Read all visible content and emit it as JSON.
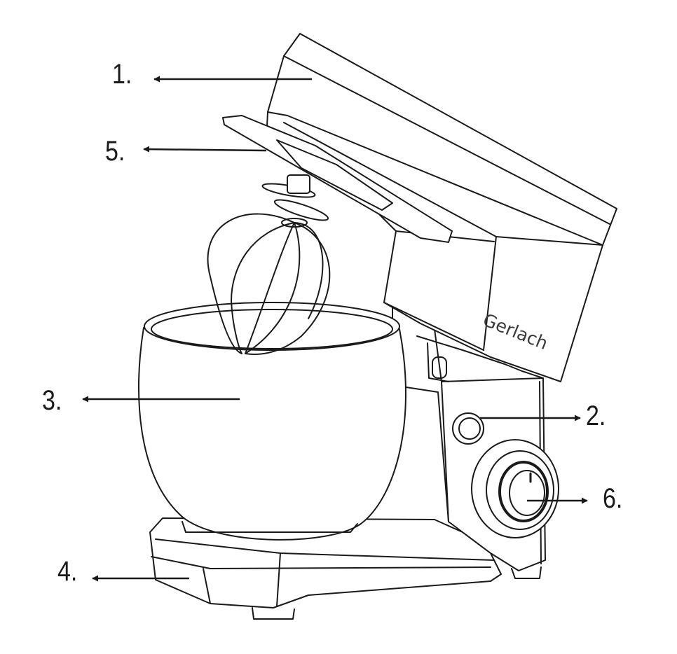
{
  "labels": {
    "l1": "1.",
    "l2": "2.",
    "l3": "3.",
    "l4": "4.",
    "l5": "5.",
    "l6": "6."
  },
  "brand": "Gerlach",
  "colors": {
    "line": "#1a1a1a",
    "background": "#ffffff"
  }
}
